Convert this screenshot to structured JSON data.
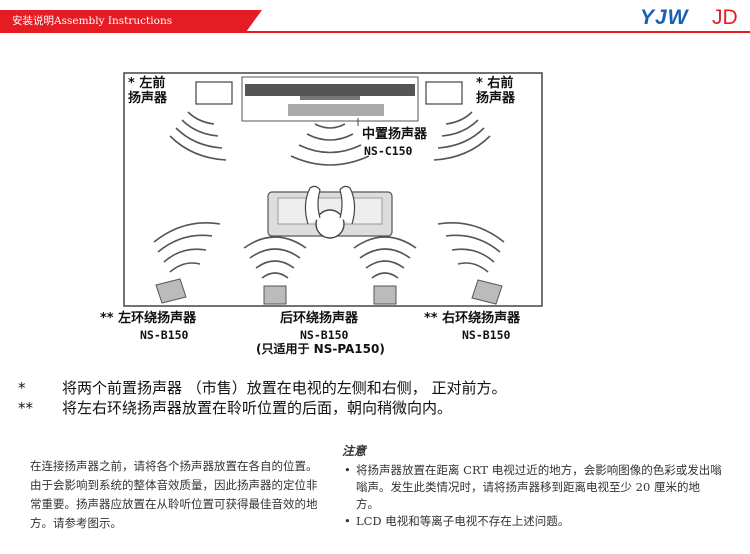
{
  "header": {
    "title": "安装说明Assembly Instructions",
    "brand_left": "YJW",
    "brand_right": "JD"
  },
  "diagram": {
    "front_left": {
      "prefix": "*",
      "line1": "左前",
      "line2": "扬声器"
    },
    "front_right": {
      "prefix": "*",
      "line1": "右前",
      "line2": "扬声器"
    },
    "center": {
      "name": "中置扬声器",
      "model": "NS-C150"
    },
    "surround_left": {
      "name": "** 左环绕扬声器",
      "model": "NS-B150"
    },
    "surround_back": {
      "name": "后环绕扬声器",
      "model": "NS-B150",
      "note": "(只适用于 NS-PA150)"
    },
    "surround_right": {
      "name": "** 右环绕扬声器",
      "model": "NS-B150"
    }
  },
  "notes": [
    {
      "mark": "*",
      "text": "将两个前置扬声器 （市售）放置在电视的左侧和右侧， 正对前方。"
    },
    {
      "mark": "**",
      "text": "将左右环绕扬声器放置在聆听位置的后面，朝向稍微向内。"
    }
  ],
  "left_paragraph": "在连接扬声器之前，请将各个扬声器放置在各自的位置。由于会影响到系统的整体音效质量，因此扬声器的定位非常重要。扬声器应放置在从聆听位置可获得最佳音效的地方。请参考图示。",
  "caution": {
    "title": "注意",
    "items": [
      "将扬声器放置在距离 CRT 电视过近的地方，会影响图像的色彩或发出嗡嗡声。发生此类情况时，请将扬声器移到距离电视至少 20 厘米的地方。",
      "LCD 电视和等离子电视不存在上述问题。"
    ]
  }
}
